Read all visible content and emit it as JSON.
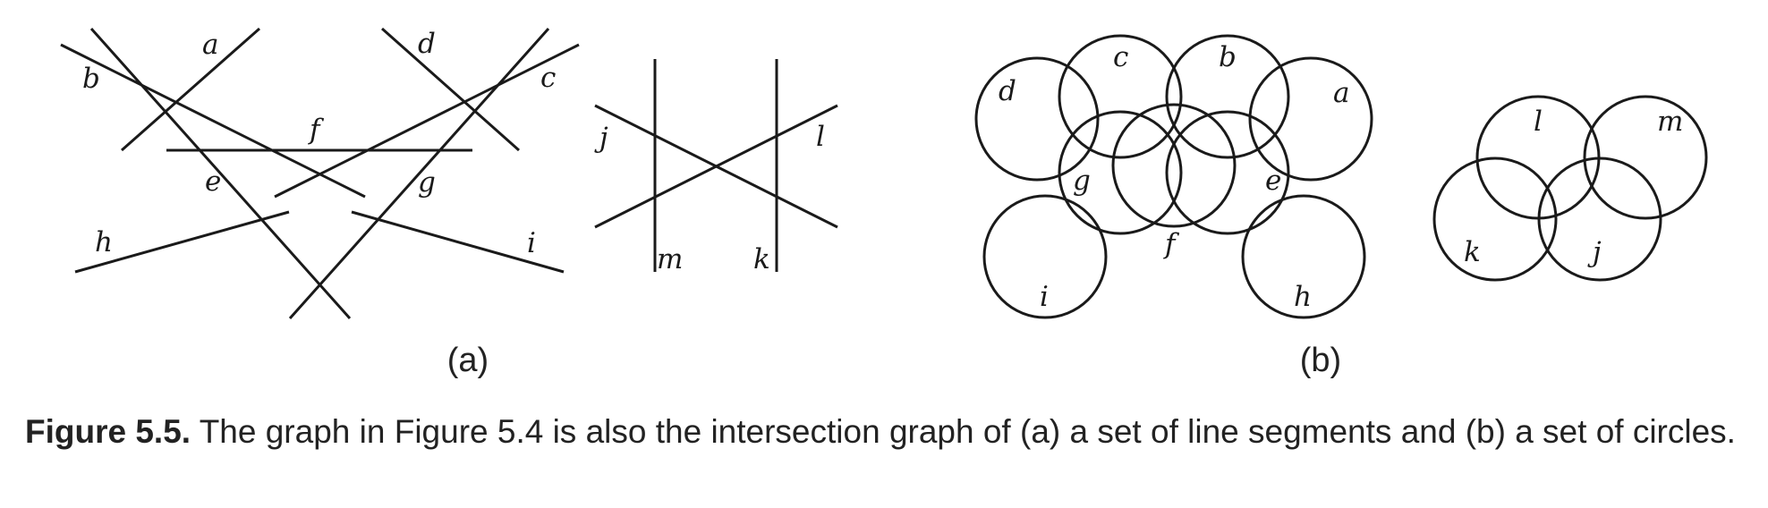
{
  "figure": {
    "panel_a": {
      "label": "(a)",
      "segment_labels": {
        "a": "a",
        "b": "b",
        "c": "c",
        "d": "d",
        "e": "e",
        "f": "f",
        "g": "g",
        "h": "h",
        "i": "i",
        "j": "j",
        "k": "k",
        "l": "l",
        "m": "m"
      }
    },
    "panel_b": {
      "label": "(b)",
      "circle_labels": {
        "a": "a",
        "b": "b",
        "c": "c",
        "d": "d",
        "e": "e",
        "f": "f",
        "g": "g",
        "h": "h",
        "i": "i",
        "j": "j",
        "k": "k",
        "l": "l",
        "m": "m"
      }
    }
  },
  "caption": {
    "label": "Figure 5.5.",
    "text": "The graph in Figure 5.4 is also the intersection graph of (a) a set of line segments and (b) a set of circles."
  }
}
